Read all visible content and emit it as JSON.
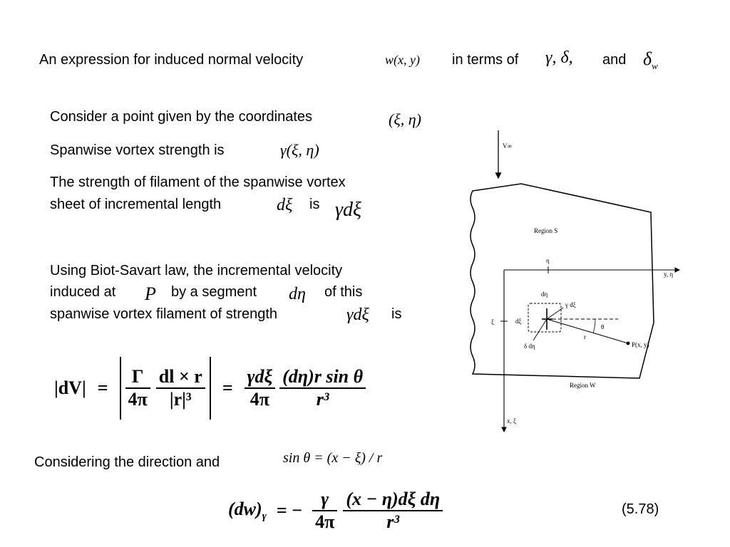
{
  "intro": {
    "text": "An expression for induced normal velocity",
    "math_w": "w(x, y)",
    "in_terms": "in terms of",
    "math_gd": "γ, δ,",
    "and": "and",
    "delta": "δ",
    "delta_sub": "w"
  },
  "point": {
    "text": "Consider a point given by the coordinates",
    "math": "(ξ, η)"
  },
  "strength": {
    "text": "Spanwise vortex strength is",
    "math": "γ(ξ, η)"
  },
  "filament": {
    "line1": "The strength of filament of the spanwise vortex",
    "line2": "sheet of incremental length",
    "math_dxi": "dξ",
    "is": "is",
    "math_gdxi": "γdξ"
  },
  "biot": {
    "line1": "Using Biot-Savart law, the incremental velocity",
    "line2_a": "induced at",
    "math_p": "P",
    "line2_b": "by a segment",
    "math_deta": "dη",
    "line2_c": "of this",
    "line3": "spanwise vortex filament of strength",
    "math_gdxi": "γdξ",
    "is": "is"
  },
  "eq1": {
    "lhs": "|dV|",
    "eq": "=",
    "f1_num": "Γ",
    "f1_den": "4π",
    "f2_num": "dl × r",
    "f2_den": "|r|³",
    "f3_num": "γdξ",
    "f3_den": "4π",
    "f4_num": "(dη)r sin θ",
    "f4_den": "r³"
  },
  "direction": {
    "text": "Considering the direction and",
    "math": "sin θ = (x − ξ) / r"
  },
  "eq2": {
    "lhs": "(dw)",
    "lhs_sub": "γ",
    "eq": "= −",
    "f1_num": "γ",
    "f1_den": "4π",
    "f2_num": "(x − η)dξ dη",
    "f2_den": "r³",
    "number": "(5.78)"
  },
  "diagram": {
    "v_inf": "V∞",
    "region_s": "Region S",
    "region_w": "Region W",
    "eta": "η",
    "y_axis": "y, η",
    "x_axis": "x, ξ",
    "xi": "ξ",
    "d_eta": "dη",
    "d_xi": "dξ",
    "gamma_dxi": "γ dξ",
    "delta_deta": "δ dη",
    "r": "r",
    "theta": "θ",
    "point": "P(x, y)"
  }
}
